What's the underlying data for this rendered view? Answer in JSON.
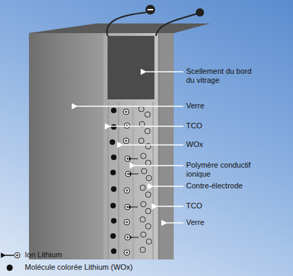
{
  "diagram": {
    "labels": [
      "Scellement du bord du vitrage",
      "Verre",
      "TCO",
      "WOx",
      "Polymère conductif ionique",
      "Contre-électrode",
      "TCO",
      "Verre"
    ],
    "legend": [
      {
        "text": "Ion Lithium"
      },
      {
        "text": "Molécule colorée Lithium (WOx)"
      }
    ]
  }
}
